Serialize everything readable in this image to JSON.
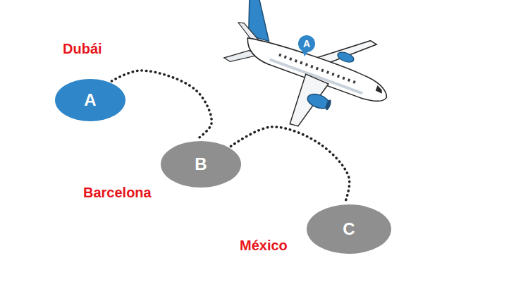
{
  "diagram": {
    "nodes": [
      {
        "text": [
          "Dubái",
          "A"
        ]
      },
      {
        "text": [
          "Barcelona",
          "B"
        ]
      },
      {
        "text": [
          "México",
          "C"
        ]
      }
    ],
    "edges": [
      {
        "from": 0,
        "to": 1,
        "arrow": "none"
      },
      {
        "from": 1,
        "to": 2,
        "arrow": "none"
      }
    ],
    "labels": [
      "A"
    ]
  }
}
